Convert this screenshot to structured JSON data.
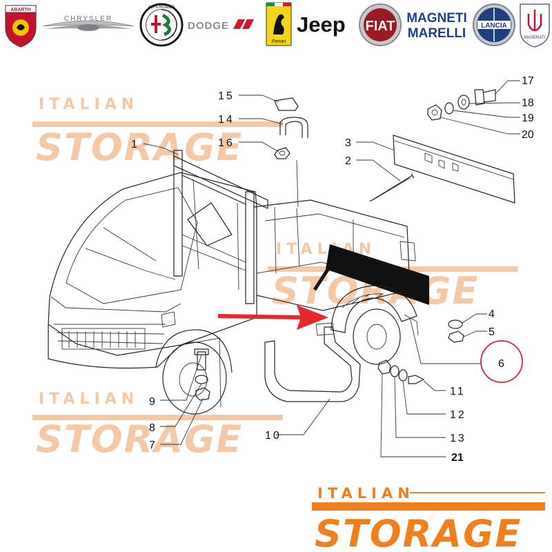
{
  "brands": {
    "abarth": "ABARTH",
    "chrysler": "CHRYSLER",
    "alfa_romeo": "ALFA ROMEO",
    "dodge": "DODGE",
    "ferrari": "Ferrari",
    "jeep": "Jeep",
    "fiat": "FIAT",
    "magneti_marelli_1": "MAGNETI",
    "magneti_marelli_2": "MARELLI",
    "lancia": "LANCIA",
    "maserati": "MASERATI"
  },
  "watermark": {
    "small": "ITALIAN",
    "big": "STORAGE"
  },
  "footer_logo": {
    "small": "ITALIAN",
    "big": "STORAGE",
    "color": "#f07f1e"
  },
  "callouts": {
    "c1": "1",
    "c2": "2",
    "c3": "3",
    "c4": "4",
    "c5": "5",
    "c6": "6",
    "c7": "7",
    "c8": "8",
    "c9": "9",
    "c10": "10",
    "c11": "11",
    "c12": "12",
    "c13": "13",
    "c14": "14",
    "c15": "15",
    "c16": "16",
    "c17": "17",
    "c18": "18",
    "c19": "19",
    "c20": "20",
    "c21": "21"
  },
  "highlight": {
    "part": "6",
    "arrow_color": "#e8262b",
    "circle_color": "#d9252b"
  },
  "watermark_color": "#f6c9a6"
}
